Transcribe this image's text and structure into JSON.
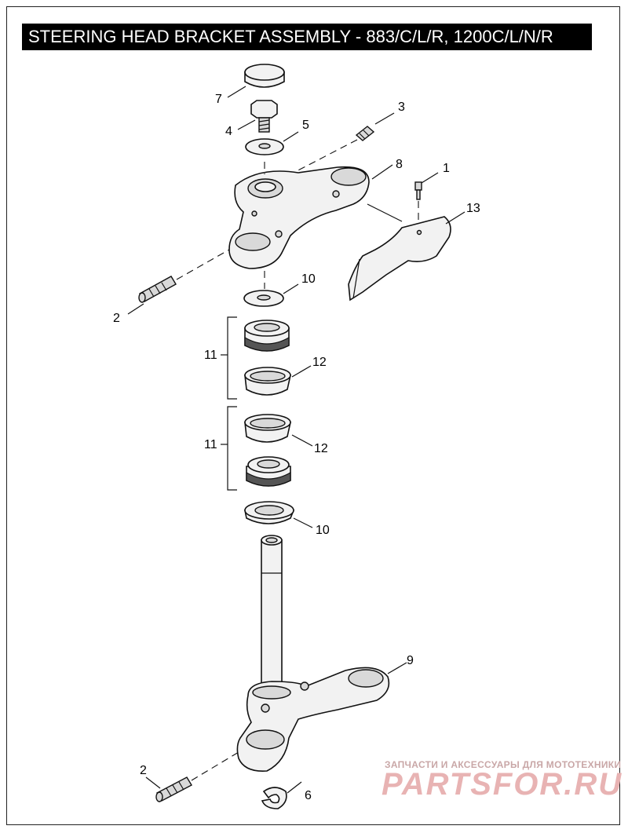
{
  "title": "STEERING HEAD BRACKET ASSEMBLY - 883/C/L/R, 1200C/L/N/R",
  "callouts": {
    "c1": "1",
    "c2a": "2",
    "c2b": "2",
    "c3": "3",
    "c4": "4",
    "c5": "5",
    "c6": "6",
    "c7": "7",
    "c8": "8",
    "c9": "9",
    "c10a": "10",
    "c10b": "10",
    "c11a": "11",
    "c11b": "11",
    "c12a": "12",
    "c12b": "12",
    "c13": "13"
  },
  "watermark": {
    "tagline": "ЗАПЧАСТИ И АКСЕССУАРЫ ДЛЯ МОТОТЕХНИКИ",
    "brand": "PARTSFOR.RU",
    "brand_color": "#e8b3b3"
  }
}
